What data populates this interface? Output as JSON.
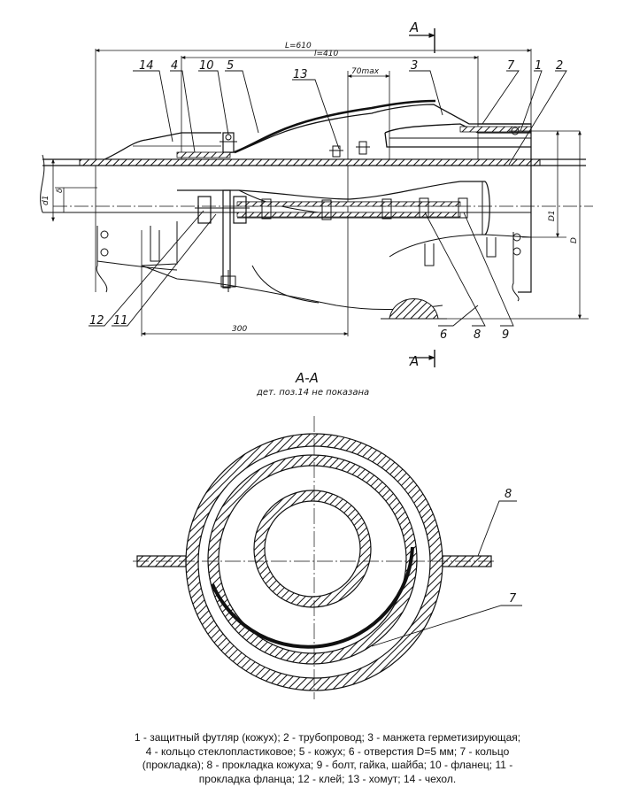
{
  "dimensions": {
    "L": "L=610",
    "l": "l=410",
    "max": "70max",
    "len300": "300",
    "d1": "d1",
    "delta": "δ",
    "D1": "D1",
    "D": "D"
  },
  "section": {
    "marker": "A",
    "title": "А-А",
    "note": "дет. поз.14 не показана"
  },
  "callouts": {
    "c14": "14",
    "c4": "4",
    "c10": "10",
    "c5": "5",
    "c13": "13",
    "c3": "3",
    "c7": "7",
    "c1": "1",
    "c2": "2",
    "c12": "12",
    "c11": "11",
    "c6": "6",
    "c8": "8",
    "c9": "9",
    "s8": "8",
    "s7": "7"
  },
  "legend": {
    "line1": "1 - защитный футляр (кожух); 2 - трубопровод; 3 - манжета герметизирующая;",
    "line2": "4 - кольцо стеклопластиковое; 5 - кожух; 6 - отверстия D=5 мм; 7 - кольцо",
    "line3": "(прокладка); 8 - прокладка кожуха; 9 - болт, гайка, шайба; 10 - фланец; 11 -",
    "line4": "прокладка фланца; 12 - клей; 13 - хомут; 14 - чехол."
  }
}
